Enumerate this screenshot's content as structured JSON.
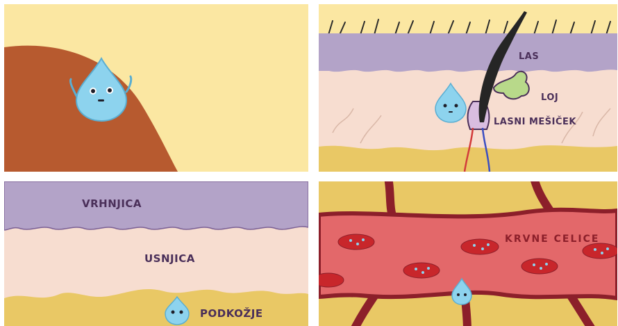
{
  "panels": {
    "hair": {
      "hair_label": "LAS",
      "sebum_label": "LOJ",
      "follicle_label": "LASNI MEŠIČEK"
    },
    "layers": {
      "epidermis_label": "VRHNJICA",
      "dermis_label": "USNJICA",
      "hypodermis_label": "PODKOŽJE"
    },
    "blood": {
      "cells_label": "KRVNE CELICE"
    },
    "colors": {
      "skin_brown": "#b75a2f",
      "sky_yellow": "#fbe7a2",
      "epidermis_purple": "#b3a3c8",
      "dermis_pink": "#f7ddd0",
      "fat_yellow": "#e9c865",
      "vessel_red": "#e3686a",
      "vessel_dark": "#8c1f2a",
      "droplet_blue": "#8dd3ee",
      "label_purple": "#4a2f59"
    }
  }
}
